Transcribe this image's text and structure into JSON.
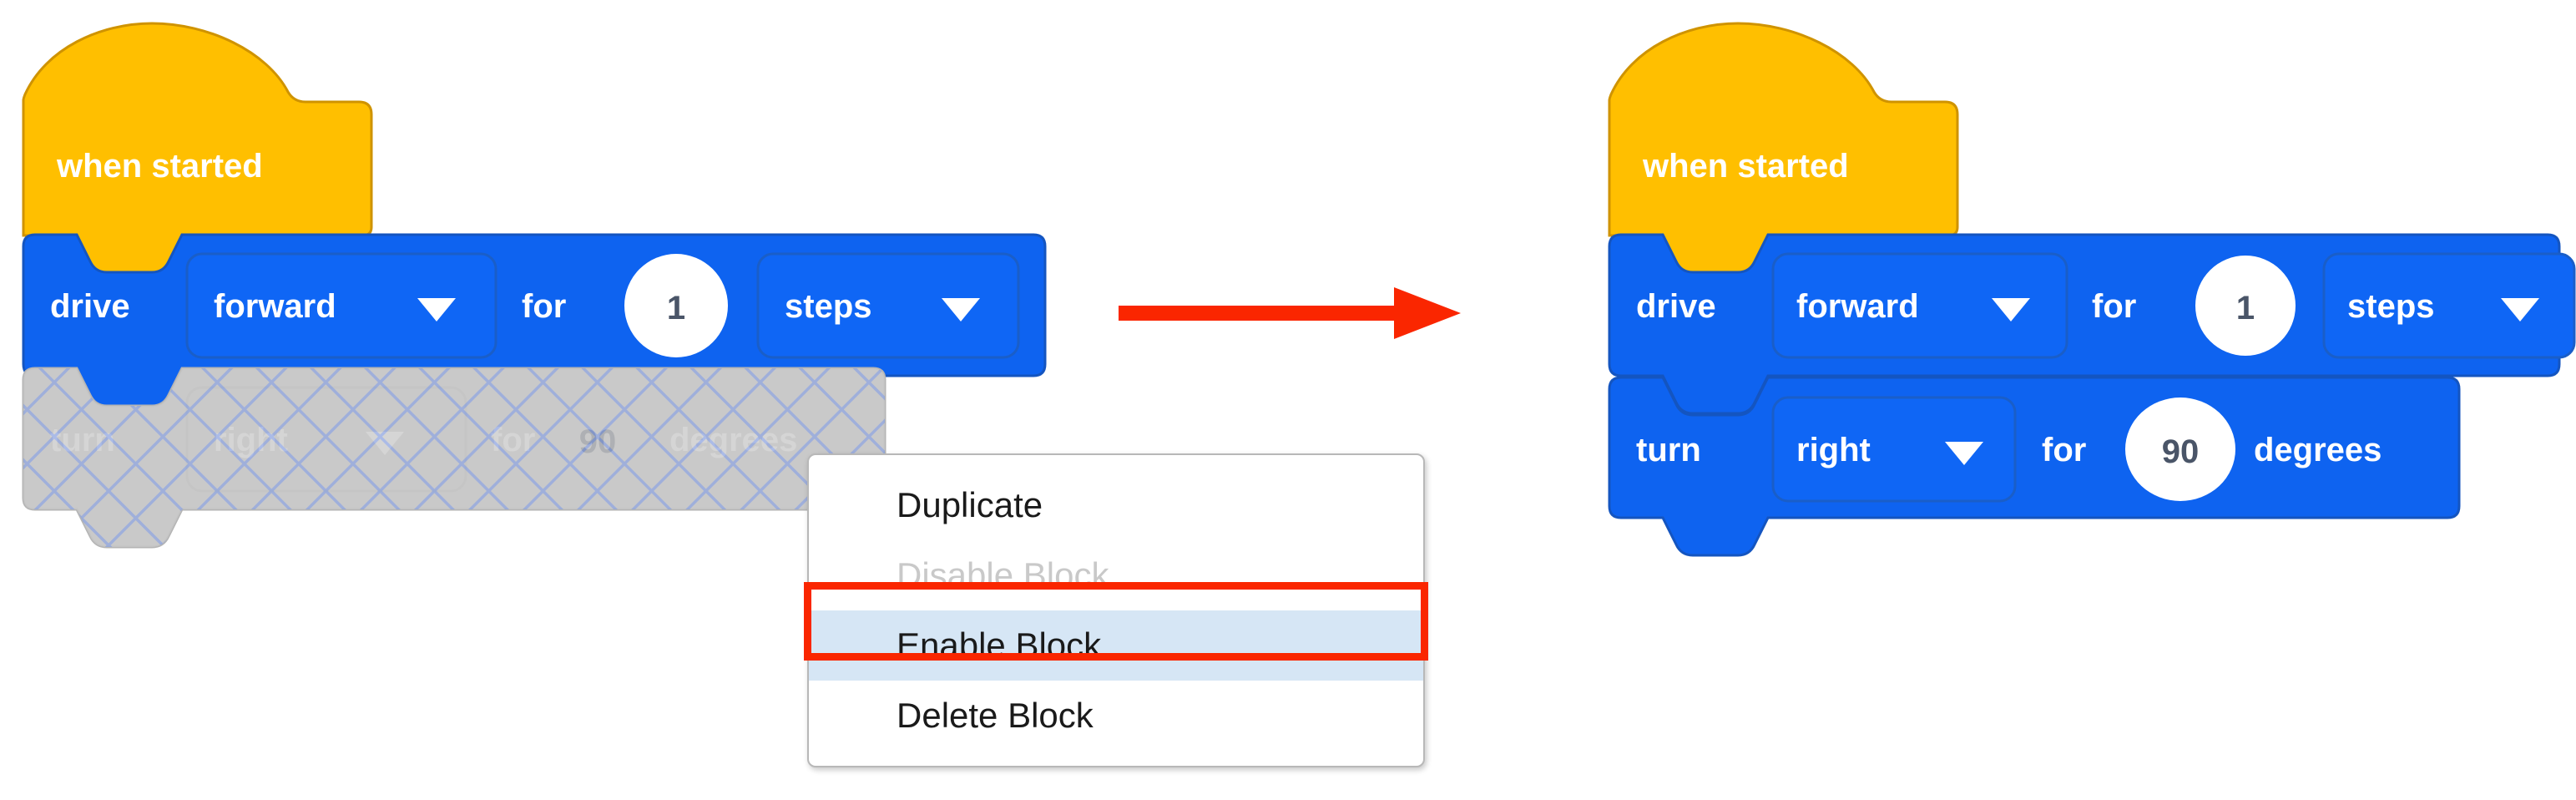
{
  "scene": {
    "description": "Scratch-style block editor showing a disabled turn block being re-enabled via context menu",
    "background_color": "#ffffff"
  },
  "colors": {
    "hat_block_fill": "#ffbf00",
    "hat_block_stroke": "#cf9300",
    "motion_block_fill": "#0e63f0",
    "motion_block_stroke": "#1455c0",
    "motion_field_fill": "#0f66f5",
    "motion_field_stroke": "#1a5ec8",
    "number_oval_fill": "#ffffff",
    "number_text": "#4a5568",
    "disabled_block_fill": "#c9c9c9",
    "disabled_hatch_line": "#93a8e0",
    "disabled_block_stroke": "#b4b4b4",
    "block_label_text": "#ffffff",
    "arrow_red": "#fa2600",
    "highlight_ring": "#fa2600",
    "menu_highlight_bg": "#d6e6f5",
    "menu_border": "#b8b8b8",
    "menu_text": "#1a1a1a",
    "menu_text_disabled": "#c9c9c9"
  },
  "left_stack": {
    "name": "before-state",
    "hat_block": {
      "label": "when started"
    },
    "drive_block": {
      "enabled": true,
      "label_verb": "drive",
      "direction_dropdown": {
        "value": "forward",
        "arrow": "chevron-down-icon"
      },
      "label_for": "for",
      "amount": "1",
      "unit_dropdown": {
        "value": "steps",
        "arrow": "chevron-down-icon"
      }
    },
    "turn_block": {
      "enabled": false,
      "state": "disabled",
      "label_verb": "turn",
      "direction_dropdown": {
        "value": "right",
        "arrow": "chevron-down-icon"
      },
      "label_for": "for",
      "amount": "90",
      "unit_label": "degrees"
    }
  },
  "arrow": {
    "name": "transition-arrow",
    "direction": "right",
    "color": "#fa2600"
  },
  "context_menu": {
    "items": [
      {
        "label": "Duplicate",
        "state": "normal"
      },
      {
        "label": "Disable Block",
        "state": "disabled"
      },
      {
        "label": "Enable Block",
        "state": "highlighted"
      },
      {
        "label": "Delete Block",
        "state": "normal"
      }
    ],
    "highlighted_index": 2
  },
  "right_stack": {
    "name": "after-state",
    "hat_block": {
      "label": "when started"
    },
    "drive_block": {
      "enabled": true,
      "label_verb": "drive",
      "direction_dropdown": {
        "value": "forward",
        "arrow": "chevron-down-icon"
      },
      "label_for": "for",
      "amount": "1",
      "unit_dropdown": {
        "value": "steps",
        "arrow": "chevron-down-icon"
      }
    },
    "turn_block": {
      "enabled": true,
      "state": "enabled",
      "label_verb": "turn",
      "direction_dropdown": {
        "value": "right",
        "arrow": "chevron-down-icon"
      },
      "label_for": "for",
      "amount": "90",
      "unit_label": "degrees"
    }
  }
}
